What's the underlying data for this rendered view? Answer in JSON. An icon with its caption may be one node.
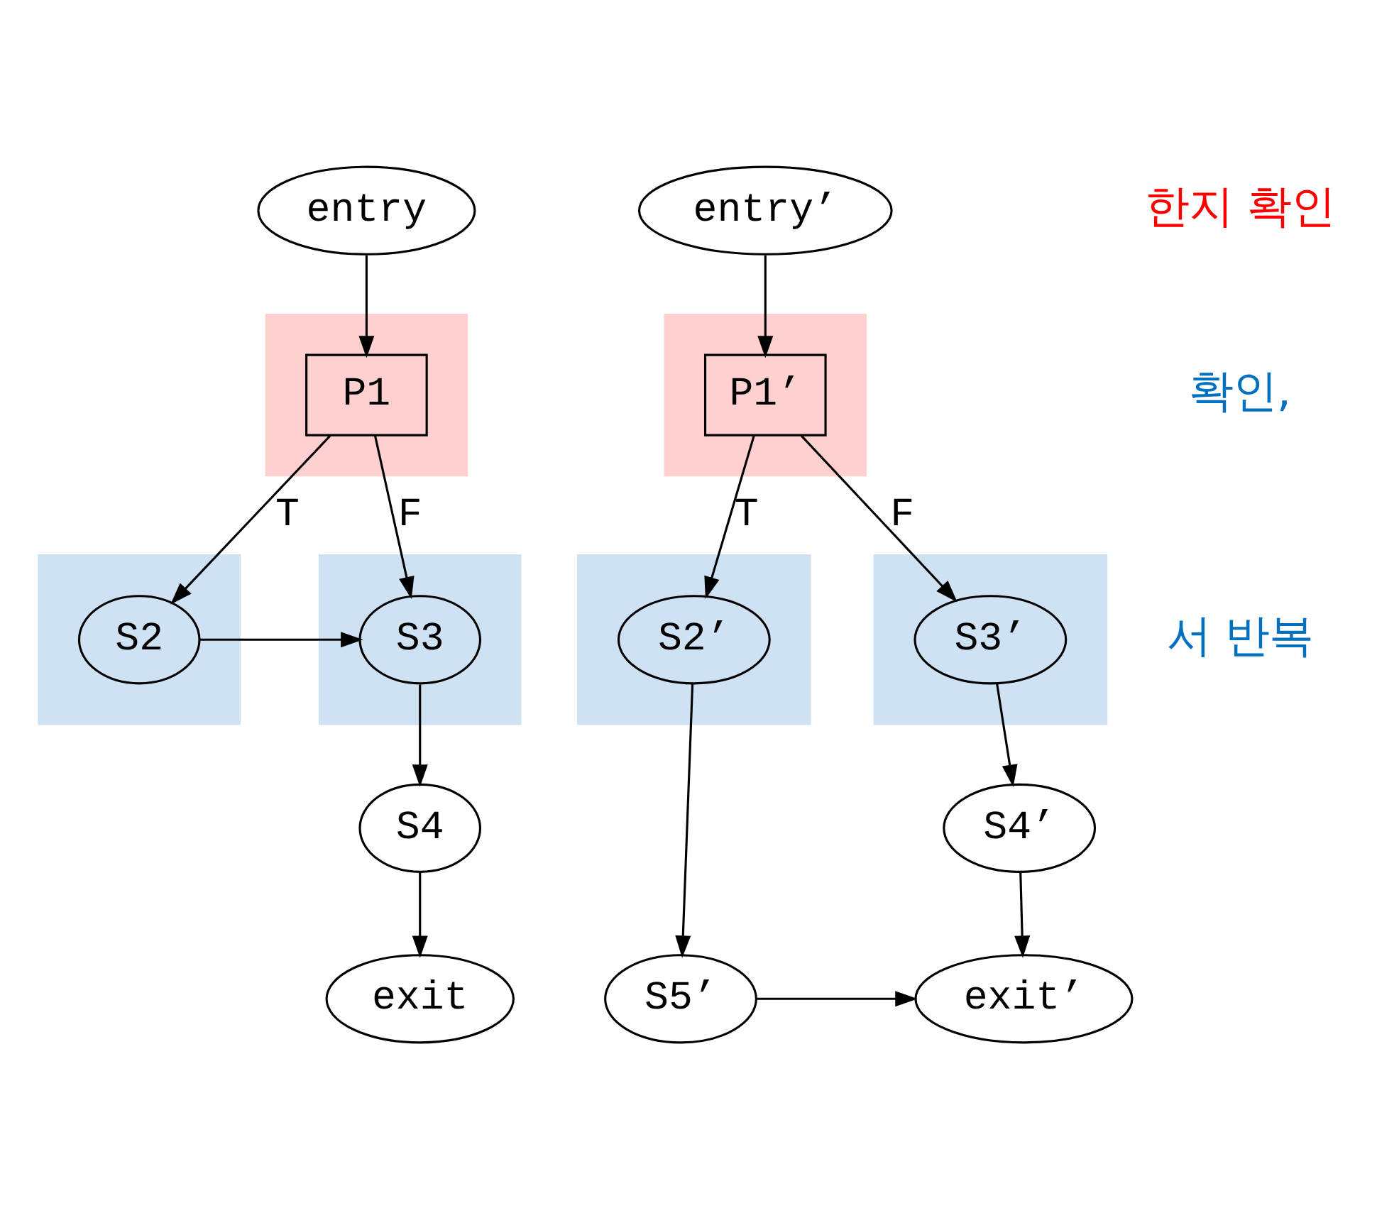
{
  "diagram": {
    "nodes": [
      {
        "text": [
          "entry"
        ]
      },
      {
        "text": [],
        "shape": "box"
      },
      {
        "text": [
          "P1"
        ],
        "in": 1
      },
      {
        "text": [],
        "shape": "box"
      },
      {
        "text": [
          "S2"
        ],
        "in": 3
      },
      {
        "text": [],
        "shape": "box"
      },
      {
        "text": [
          "S3"
        ],
        "in": 5
      },
      {
        "text": [
          "S4"
        ]
      },
      {
        "text": [
          "exit"
        ]
      },
      {
        "text": [
          "entry’"
        ]
      },
      {
        "text": [],
        "shape": "box"
      },
      {
        "text": [
          "P1’"
        ],
        "in": 10
      },
      {
        "text": [],
        "shape": "box"
      },
      {
        "text": [
          "S2’"
        ],
        "in": 12
      },
      {
        "text": [],
        "shape": "box"
      },
      {
        "text": [
          "S3’"
        ],
        "in": 14
      },
      {
        "text": [
          "S4’"
        ]
      },
      {
        "text": [
          "S5’"
        ]
      },
      {
        "text": [
          "exit’"
        ]
      }
    ],
    "edges": [
      {
        "from": 0,
        "to": 2,
        "arrow": "to"
      },
      {
        "from": 2,
        "to": 4,
        "arrow": "to",
        "label": "T"
      },
      {
        "from": 2,
        "to": 6,
        "arrow": "to",
        "label": "F"
      },
      {
        "from": 4,
        "to": 6,
        "arrow": "to"
      },
      {
        "from": 6,
        "to": 7,
        "arrow": "to"
      },
      {
        "from": 7,
        "to": 8,
        "arrow": "to"
      },
      {
        "from": 9,
        "to": 11,
        "arrow": "to"
      },
      {
        "from": 11,
        "to": 13,
        "arrow": "to",
        "label": "T"
      },
      {
        "from": 11,
        "to": 15,
        "arrow": "to",
        "label": "F"
      },
      {
        "from": 13,
        "to": 17,
        "arrow": "to"
      },
      {
        "from": 15,
        "to": 16,
        "arrow": "to"
      },
      {
        "from": 16,
        "to": 18,
        "arrow": "to"
      },
      {
        "from": 17,
        "to": 18,
        "arrow": "to"
      }
    ],
    "labels": [
      "한지 확인",
      "확인,",
      "서 반복"
    ]
  }
}
